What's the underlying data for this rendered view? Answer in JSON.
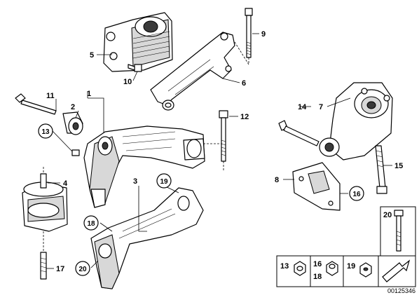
{
  "callouts": {
    "c1": "1",
    "c2": "2",
    "c3": "3",
    "c4": "4",
    "c5": "5",
    "c6": "6",
    "c7": "7",
    "c8": "8",
    "c9": "9",
    "c10": "10",
    "c11": "11",
    "c12": "12",
    "c13": "13",
    "c14": "14",
    "c15": "15",
    "c16": "16",
    "c17": "17",
    "c18": "18",
    "c19": "19",
    "c20": "20"
  },
  "legend": {
    "n13": "13",
    "n16": "16",
    "n18": "18",
    "n19": "19",
    "n20": "20"
  },
  "reference_number": "00125346"
}
